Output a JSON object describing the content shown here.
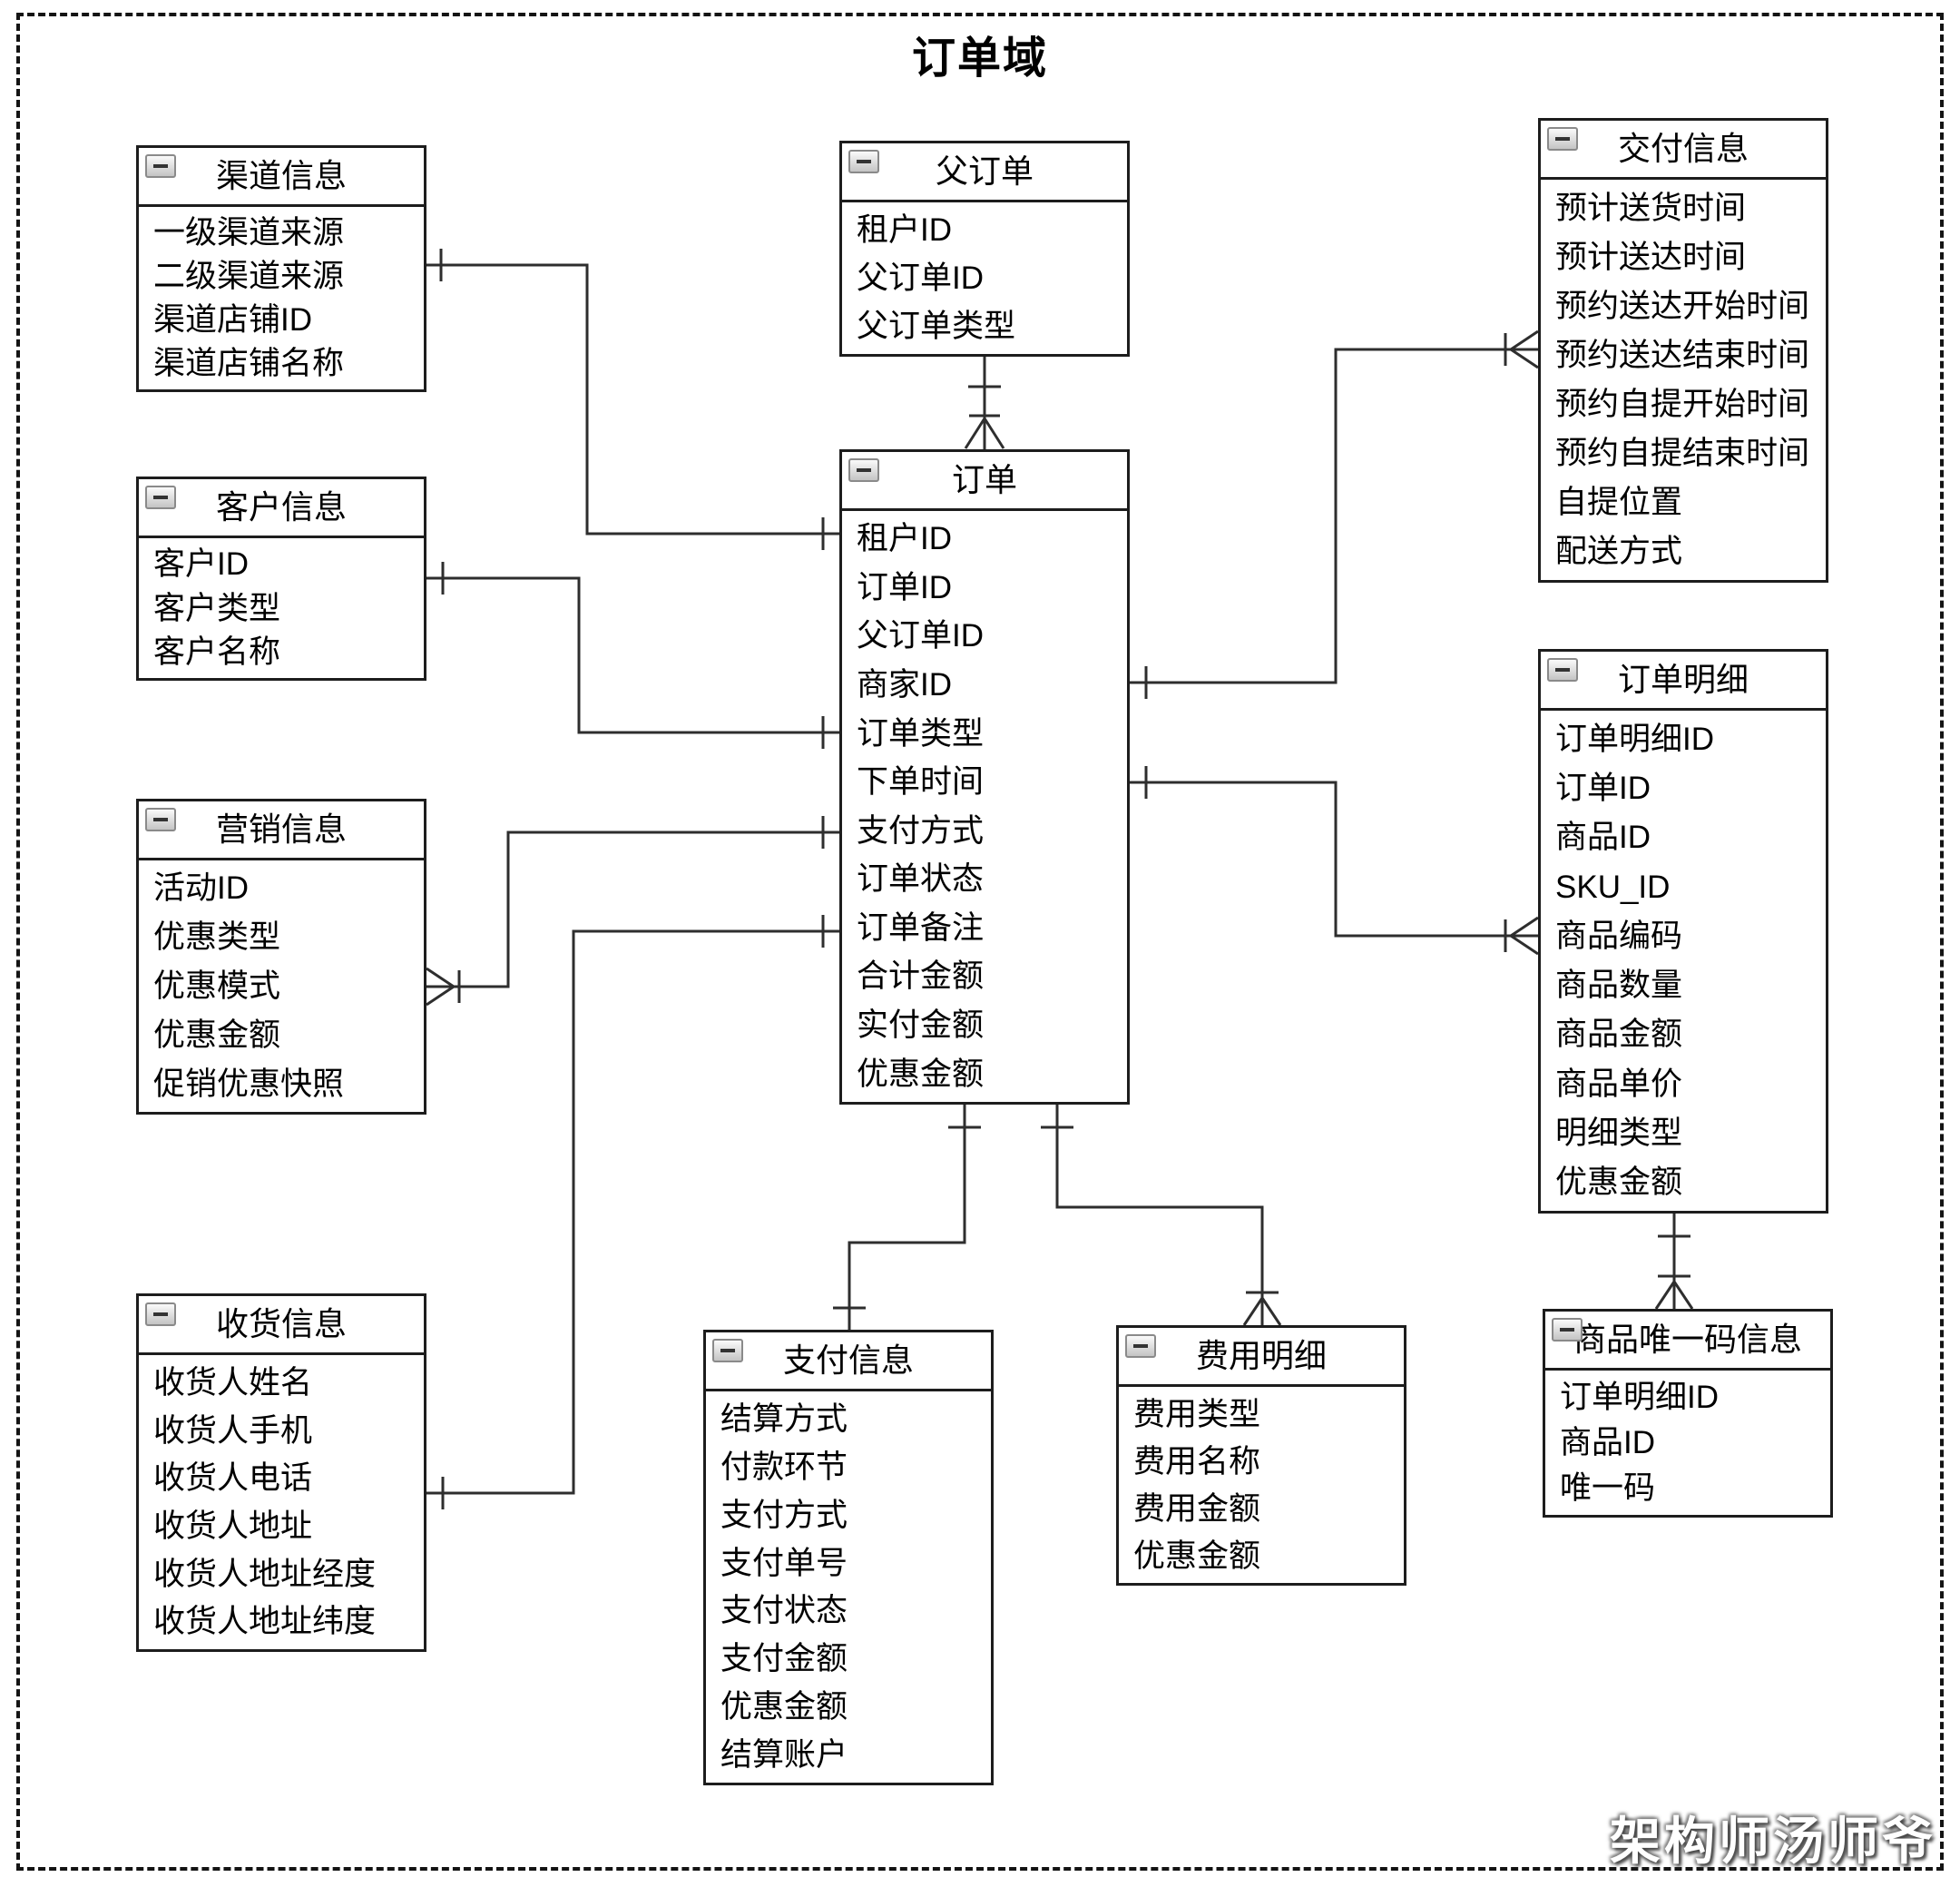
{
  "page": {
    "title": "订单域",
    "watermark": "架构师汤师爷"
  },
  "entities": {
    "channel": {
      "title": "渠道信息",
      "fields": [
        "一级渠道来源",
        "二级渠道来源",
        "渠道店铺ID",
        "渠道店铺名称"
      ]
    },
    "customer": {
      "title": "客户信息",
      "fields": [
        "客户ID",
        "客户类型",
        "客户名称"
      ]
    },
    "marketing": {
      "title": "营销信息",
      "fields": [
        "活动ID",
        "优惠类型",
        "优惠模式",
        "优惠金额",
        "促销优惠快照"
      ]
    },
    "receiver": {
      "title": "收货信息",
      "fields": [
        "收货人姓名",
        "收货人手机",
        "收货人电话",
        "收货人地址",
        "收货人地址经度",
        "收货人地址纬度"
      ]
    },
    "parent_order": {
      "title": "父订单",
      "fields": [
        "租户ID",
        "父订单ID",
        "父订单类型"
      ]
    },
    "order": {
      "title": "订单",
      "fields": [
        "租户ID",
        "订单ID",
        "父订单ID",
        "商家ID",
        "订单类型",
        "下单时间",
        "支付方式",
        "订单状态",
        "订单备注",
        "合计金额",
        "实付金额",
        "优惠金额"
      ]
    },
    "delivery": {
      "title": "交付信息",
      "fields": [
        "预计送货时间",
        "预计送达时间",
        "预约送达开始时间",
        "预约送达结束时间",
        "预约自提开始时间",
        "预约自提结束时间",
        "自提位置",
        "配送方式"
      ]
    },
    "order_item": {
      "title": "订单明细",
      "fields": [
        "订单明细ID",
        "订单ID",
        "商品ID",
        "SKU_ID",
        "商品编码",
        "商品数量",
        "商品金额",
        "商品单价",
        "明细类型",
        "优惠金额"
      ]
    },
    "unique_code": {
      "title": "商品唯一码信息",
      "fields": [
        "订单明细ID",
        "商品ID",
        "唯一码"
      ]
    },
    "payment": {
      "title": "支付信息",
      "fields": [
        "结算方式",
        "付款环节",
        "支付方式",
        "支付单号",
        "支付状态",
        "支付金额",
        "优惠金额",
        "结算账户"
      ]
    },
    "fee": {
      "title": "费用明细",
      "fields": [
        "费用类型",
        "费用名称",
        "费用金额",
        "优惠金额"
      ]
    }
  },
  "relationships": [
    {
      "from": "父订单",
      "to": "订单",
      "from_end": "one",
      "to_end": "many"
    },
    {
      "from": "渠道信息",
      "to": "订单",
      "from_end": "one",
      "to_end": "one"
    },
    {
      "from": "客户信息",
      "to": "订单",
      "from_end": "one",
      "to_end": "one"
    },
    {
      "from": "订单",
      "to": "营销信息",
      "from_end": "one",
      "to_end": "many"
    },
    {
      "from": "收货信息",
      "to": "订单",
      "from_end": "one",
      "to_end": "one"
    },
    {
      "from": "订单",
      "to": "交付信息",
      "from_end": "one",
      "to_end": "many"
    },
    {
      "from": "订单",
      "to": "订单明细",
      "from_end": "one",
      "to_end": "many"
    },
    {
      "from": "订单",
      "to": "支付信息",
      "from_end": "one",
      "to_end": "one"
    },
    {
      "from": "订单",
      "to": "费用明细",
      "from_end": "one",
      "to_end": "many"
    },
    {
      "from": "订单明细",
      "to": "商品唯一码信息",
      "from_end": "one",
      "to_end": "many"
    }
  ]
}
